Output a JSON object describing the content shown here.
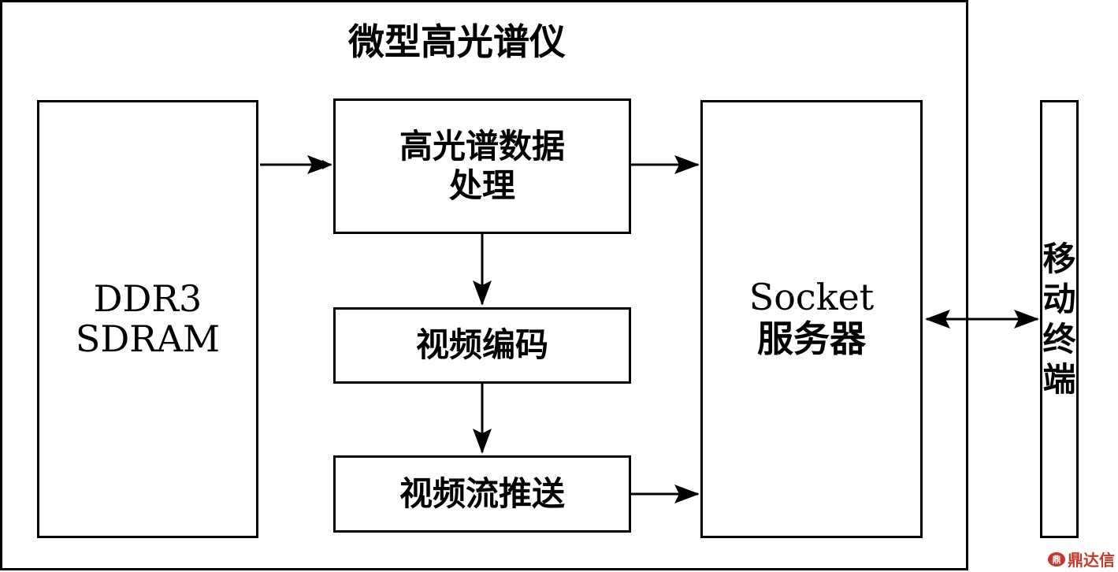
{
  "container": {
    "title": "微型高光谱仪"
  },
  "nodes": {
    "ddr3": {
      "line1": "DDR3",
      "line2": "SDRAM"
    },
    "processing": {
      "line1": "高光谱数据",
      "line2": "处理"
    },
    "encoding": {
      "label": "视频编码"
    },
    "streaming": {
      "label": "视频流推送"
    },
    "socket": {
      "line1": "Socket",
      "line2": "服务器"
    },
    "mobile": {
      "chars": [
        "移",
        "动",
        "终",
        "端"
      ]
    }
  },
  "edges": [
    {
      "from": "DDR3 SDRAM",
      "to": "高光谱数据处理",
      "direction": "one-way"
    },
    {
      "from": "高光谱数据处理",
      "to": "Socket服务器",
      "direction": "one-way"
    },
    {
      "from": "高光谱数据处理",
      "to": "视频编码",
      "direction": "one-way"
    },
    {
      "from": "视频编码",
      "to": "视频流推送",
      "direction": "one-way"
    },
    {
      "from": "视频流推送",
      "to": "Socket服务器",
      "direction": "one-way"
    },
    {
      "from": "Socket服务器",
      "to": "移动终端",
      "direction": "two-way"
    }
  ],
  "watermark": {
    "logo": "鼎",
    "text": "鼎达信"
  }
}
